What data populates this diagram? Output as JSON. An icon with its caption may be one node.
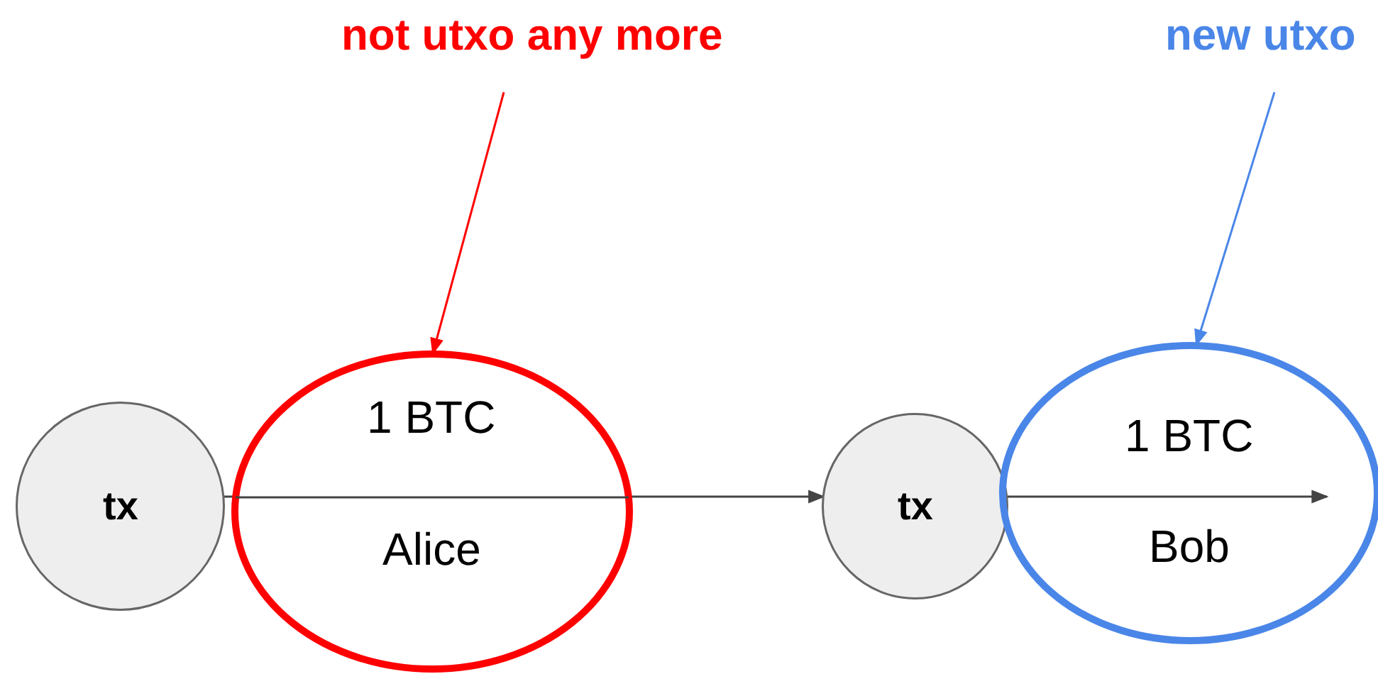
{
  "diagram": {
    "nodes": [
      {
        "text": [
          "tx"
        ]
      },
      {
        "text": [
          "1 BTC",
          "Alice"
        ]
      },
      {
        "text": [
          "tx"
        ]
      },
      {
        "text": [
          "1 BTC",
          "Bob"
        ]
      },
      {
        "text": [
          "not utxo any more"
        ]
      },
      {
        "text": [
          "new utxo"
        ]
      }
    ],
    "edges": [
      {
        "from": 0,
        "to": 1,
        "arrow": "none"
      },
      {
        "from": 1,
        "to": 2,
        "arrow": "to"
      },
      {
        "from": 2,
        "to": 3,
        "arrow": "to"
      },
      {
        "from": 4,
        "to": 1,
        "arrow": "to",
        "color": "#ff0000"
      },
      {
        "from": 5,
        "to": 3,
        "arrow": "to",
        "color": "#4a86e8"
      }
    ]
  }
}
